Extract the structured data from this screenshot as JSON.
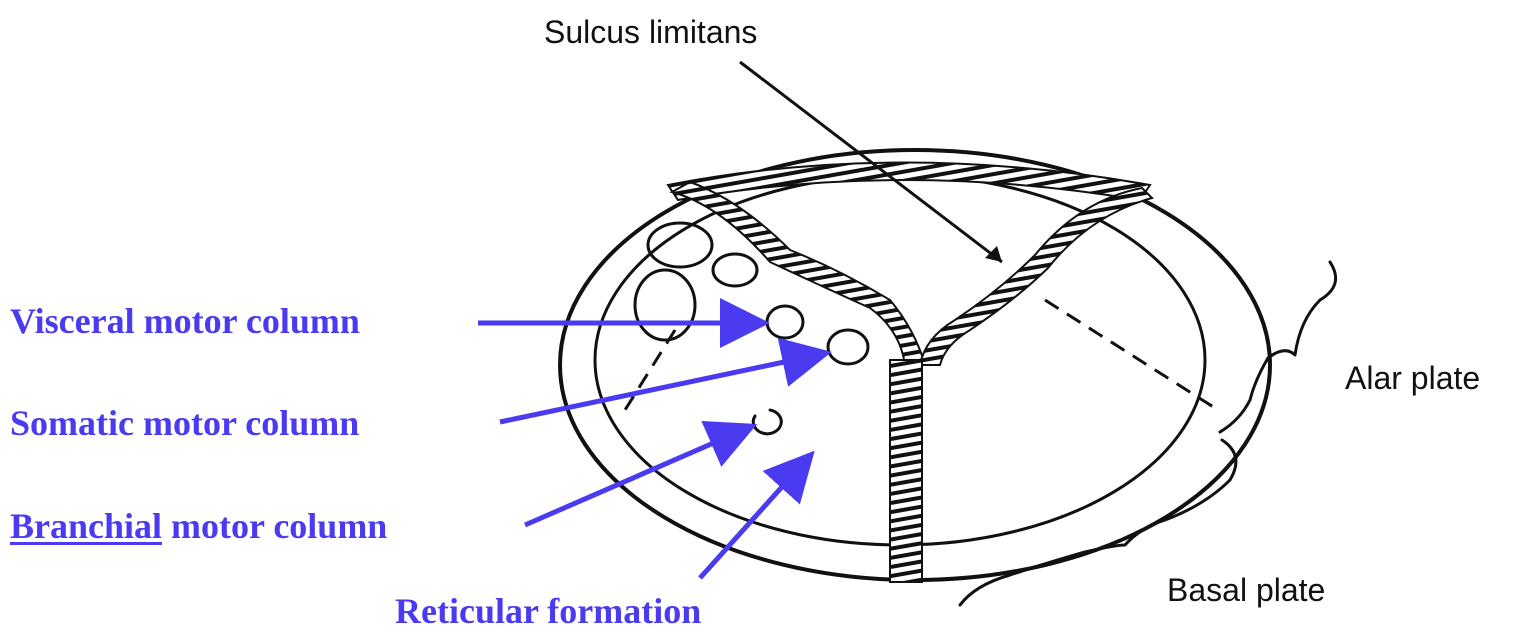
{
  "labels": {
    "sulcus": "Sulcus limitans",
    "alar": "Alar plate",
    "basal": "Basal plate",
    "visceral": "Visceral motor column",
    "somatic": "Somatic motor column",
    "branchial_underlined": "Branchial",
    "branchial_rest": " motor column",
    "reticular": "Reticular formation"
  },
  "colors": {
    "label_blue": "#4a3af0",
    "ink": "#111111",
    "background": "#ffffff"
  }
}
